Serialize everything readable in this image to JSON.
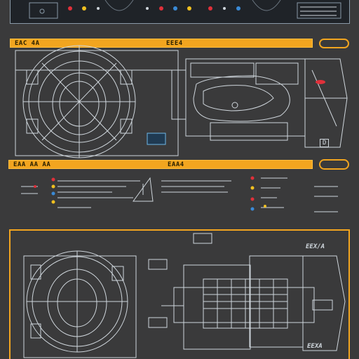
{
  "header_bar_1": {
    "left_label": "EAC 4A",
    "center_label": "EEE4"
  },
  "header_bar_2": {
    "left_label": "EAA AA AA",
    "center_label": "EAA4"
  },
  "badge_top_right": "D",
  "label_bottom_1": "EEX/A",
  "label_bottom_2": "EEXA",
  "colors": {
    "background": "#3a3a3b",
    "accent_orange": "#f2a51f",
    "line_light": "#cfd6dc",
    "screen_dark": "#1f2328",
    "indicator_red": "#e0303a",
    "indicator_blue": "#3a8ad6",
    "indicator_yellow": "#f0c020"
  },
  "icons": [
    "gauge-dial-icon",
    "car-schematic-icon",
    "warning-triangle-icon",
    "status-led-icon"
  ]
}
